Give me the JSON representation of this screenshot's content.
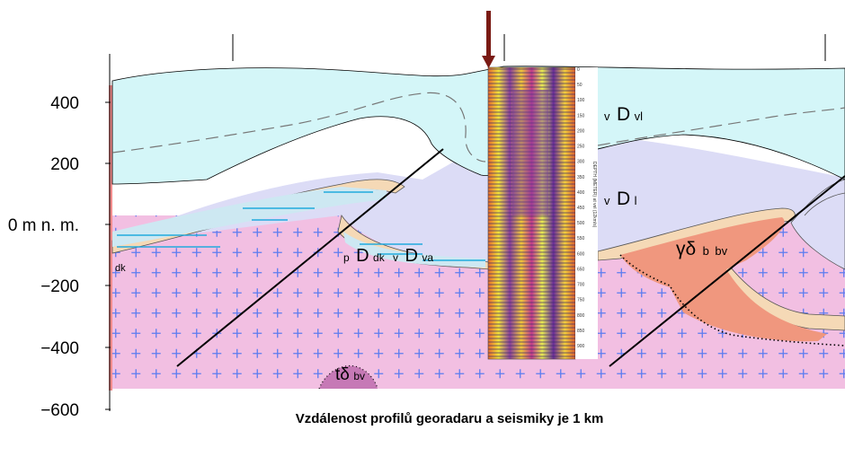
{
  "diagram": {
    "y_axis": {
      "labels": [
        "400",
        "200",
        "0 m n. m.",
        "−200",
        "−400",
        "−600"
      ]
    },
    "units": {
      "dvl": {
        "prefix": "v",
        "main": "D",
        "sub": "vl"
      },
      "dl": {
        "prefix": "v",
        "main": "D",
        "sub": "l"
      },
      "ddk": {
        "prefix": "p",
        "main": "D",
        "sub": "dk"
      },
      "dva": {
        "prefix": "v",
        "main": "D",
        "sub": "va"
      },
      "dk": "dk",
      "gdb": {
        "main": "γδ",
        "sub1": "b",
        "sub2": "bv"
      },
      "tdbv": {
        "main": "tδ",
        "sub": "bv"
      }
    },
    "seismic": {
      "depth_label": "DEPTH (METER) at vel (12km/s)",
      "depth_ticks": [
        "0",
        "50",
        "100",
        "150",
        "200",
        "250",
        "300",
        "350",
        "400",
        "450",
        "500",
        "550",
        "600",
        "650",
        "700",
        "750",
        "800",
        "850",
        "900"
      ]
    },
    "caption": "Vzdálenost profilů georadaru a seismiky je 1 km",
    "colors": {
      "upper_unit": "#d4f6f8",
      "middle_unit": "#dcdcf6",
      "granite": "#f2bfe2",
      "granite_cross": "#5c7cf0",
      "gabbro": "#f0977e",
      "lens": "#c679b6",
      "blue_layer": "#cde8f2",
      "blue_line": "#22aadd",
      "band": "#f5d9b6",
      "arrow": "#7a1a14",
      "axis_bar": "#f28c8c"
    }
  }
}
